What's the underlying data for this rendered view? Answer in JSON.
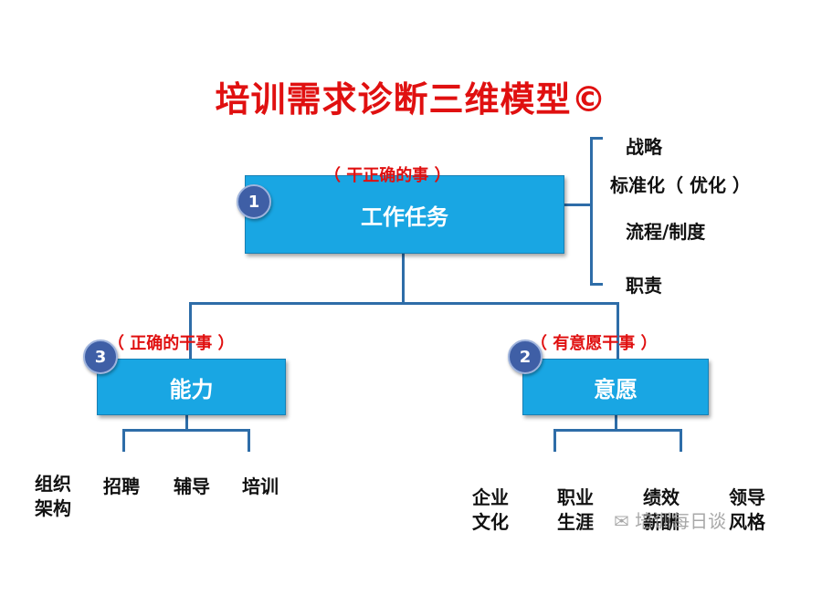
{
  "title": "培训需求诊断三维模型©",
  "task": {
    "number": "1",
    "label": "工作任务",
    "note": "（ 干正确的事 ）"
  },
  "ability": {
    "number": "3",
    "label": "能力",
    "note": "（ 正确的干事 ）"
  },
  "willingness": {
    "number": "2",
    "label": "意愿",
    "note": "（ 有意愿干事 ）"
  },
  "task_items": [
    "战略",
    "标准化（ 优化 ）",
    "流程/制度",
    "职责"
  ],
  "ability_items": [
    "组织\n架构",
    "招聘",
    "辅导",
    "培训"
  ],
  "willingness_items": [
    "企业\n文化",
    "职业\n生涯",
    "绩效\n薪酬",
    "领导\n风格"
  ],
  "watermark": "培训每日谈",
  "colors": {
    "box": "#19a6e3",
    "title": "#e01010",
    "line": "#2e6da8",
    "circle": "#3f5fa6"
  }
}
